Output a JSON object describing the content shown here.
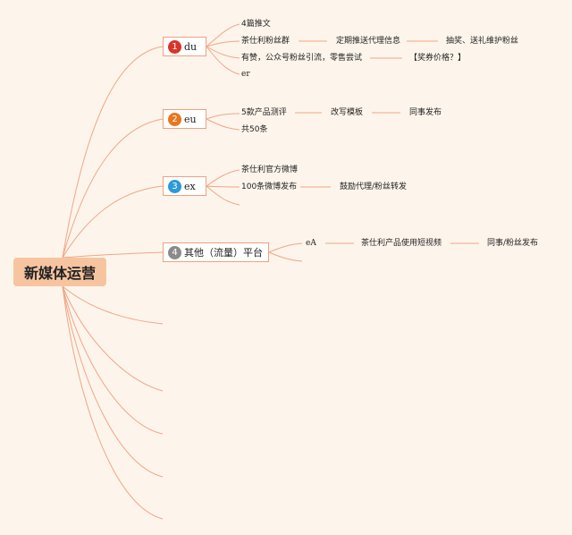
{
  "root": {
    "label": "新媒体运营"
  },
  "branches": [
    {
      "number": "1",
      "color": "#d8342a",
      "label": "du",
      "children": [
        {
          "label": "4篇推文"
        },
        {
          "label": "茶仕利粉丝群",
          "next": [
            "定期推送代理信息",
            "抽奖、送礼维护粉丝"
          ]
        },
        {
          "label": "有赞，公众号粉丝引流，零售尝试",
          "next": [
            "【奖券价格？】"
          ]
        },
        {
          "label": "er"
        }
      ]
    },
    {
      "number": "2",
      "color": "#e8761e",
      "label": "eu",
      "children": [
        {
          "label": "5款产品测评",
          "next": [
            "改写模板",
            "同事发布"
          ]
        },
        {
          "label": "共50条"
        }
      ]
    },
    {
      "number": "3",
      "color": "#2a9ad8",
      "label": "ex",
      "children": [
        {
          "label": "茶仕利官方微博"
        },
        {
          "label": "100条微博发布",
          "next": [
            "鼓励代理/粉丝转发"
          ]
        },
        {
          "label": ""
        }
      ]
    },
    {
      "number": "4",
      "color": "#8a8a8a",
      "label": "其他（流量）平台",
      "children": [
        {
          "label": "eA",
          "next": [
            "茶仕利产品使用短视频",
            "同事/粉丝发布"
          ]
        },
        {
          "label": ""
        }
      ]
    }
  ],
  "colors": {
    "line": "#f2a585",
    "root_fill": "#f7c4a0",
    "background": "#fdf5ec"
  }
}
